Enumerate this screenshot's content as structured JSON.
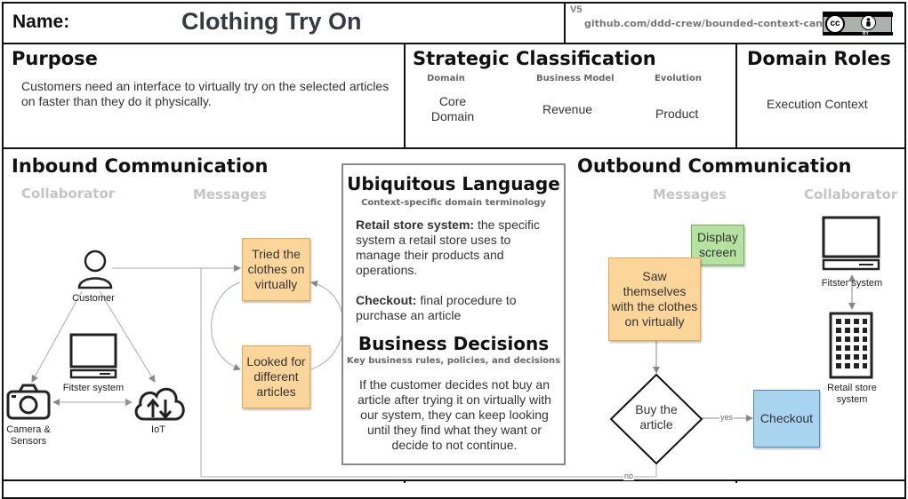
{
  "header": {
    "name_label": "Name:",
    "name_value": "Clothing Try On",
    "version": "V5",
    "repo": "github.com/ddd-crew/bounded-context-canvas",
    "license_cc": "cc",
    "license_by": "BY"
  },
  "purpose": {
    "title": "Purpose",
    "text": "Customers need an interface to virtually try on the selected articles on faster than they do it physically."
  },
  "strategic": {
    "title": "Strategic Classification",
    "domain_label": "Domain",
    "business_model_label": "Business Model",
    "evolution_label": "Evolution",
    "domain_value": "Core Domain",
    "business_model_value": "Revenue",
    "evolution_value": "Product"
  },
  "roles": {
    "title": "Domain Roles",
    "value": "Execution Context"
  },
  "inbound": {
    "title": "Inbound Communication",
    "collaborator_label": "Collaborator",
    "messages_label": "Messages",
    "customer": "Customer",
    "fitster": "Fitster system",
    "camera": "Camera & Sensors",
    "iot": "IoT",
    "msg1": "Tried the clothes on virtually",
    "msg2": "Looked for different articles"
  },
  "ubiquitous": {
    "title": "Ubiquitous Language",
    "subtitle": "Context-specific domain terminology",
    "term1": "Retail store system:",
    "def1": " the specific system a retail store uses to manage their products and operations.",
    "term2": "Checkout:",
    "def2": " final procedure to purchase an article"
  },
  "decisions": {
    "title": "Business Decisions",
    "subtitle": "Key business rules, policies, and decisions",
    "text": "If the customer decides not buy an article after trying it on virtually with our system, they can keep looking until they find what they want or decide to not continue."
  },
  "outbound": {
    "title": "Outbound Communication",
    "messages_label": "Messages",
    "collaborator_label": "Collaborator",
    "display": "Display screen",
    "saw": "Saw themselves with the clothes on virtually",
    "decision": "Buy the article",
    "yes": "yes",
    "no": "no",
    "checkout": "Checkout",
    "fitster": "Fitster system",
    "retail": "Retail store system"
  }
}
